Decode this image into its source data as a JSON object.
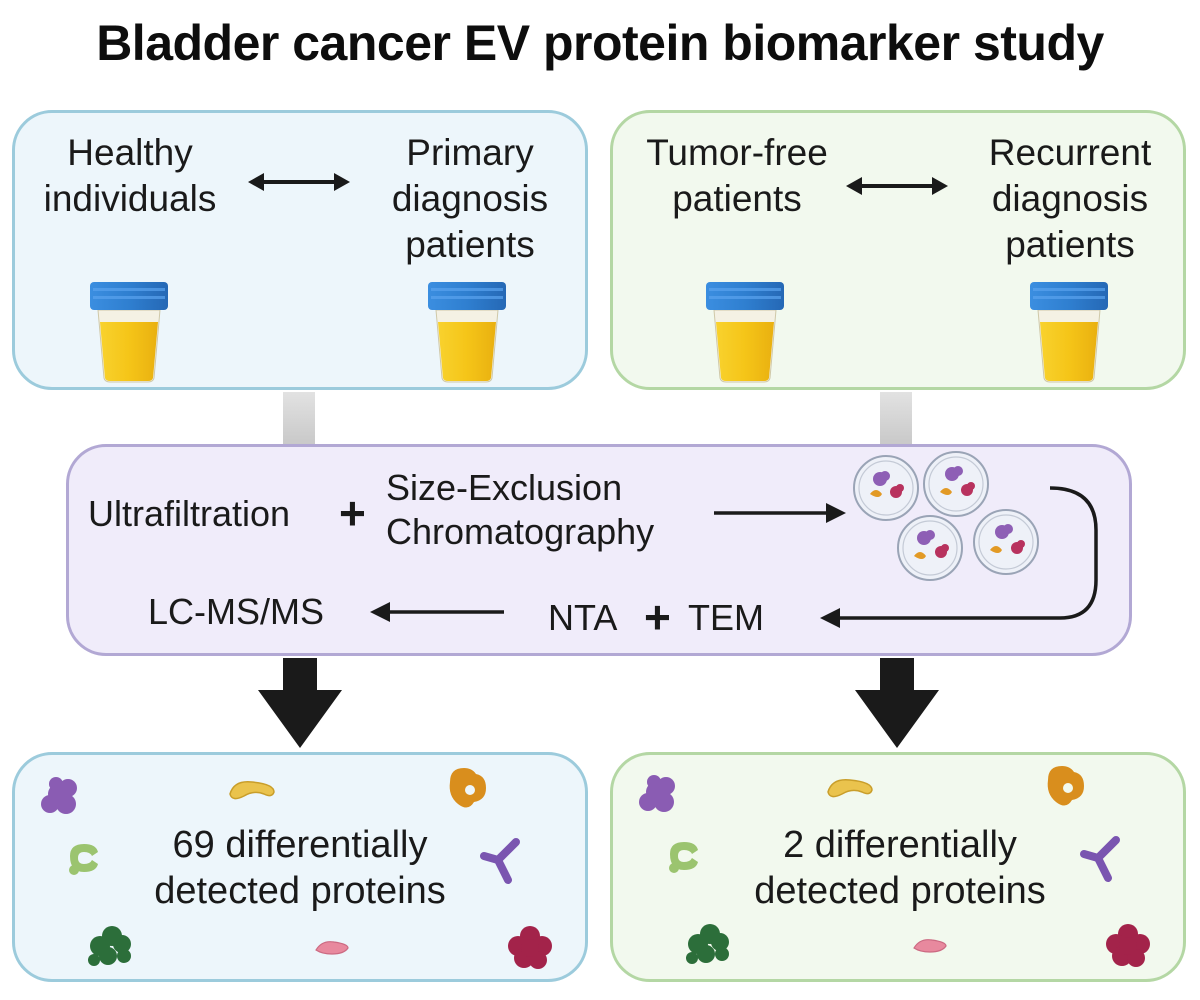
{
  "title": "Bladder cancer EV protein biomarker study",
  "left_group": {
    "label_a": "Healthy\nindividuals",
    "label_b": "Primary\ndiagnosis\npatients",
    "result": "69 differentially\ndetected proteins"
  },
  "right_group": {
    "label_a": "Tumor-free\npatients",
    "label_b": "Recurrent\ndiagnosis\npatients",
    "result": "2 differentially\ndetected proteins"
  },
  "process": {
    "step_ultrafiltration": "Ultrafiltration",
    "plus_1": "+",
    "step_sec": "Size-Exclusion\nChromatography",
    "step_nta": "NTA",
    "plus_2": "+",
    "step_tem": "TEM",
    "step_lcms": "LC-MS/MS"
  },
  "colors": {
    "blue_border": "#9ccbdc",
    "green_border": "#b4d7a4",
    "purple_border": "#b2a8d4",
    "urine": "#f5c518",
    "cap": "#2f7fd0"
  }
}
